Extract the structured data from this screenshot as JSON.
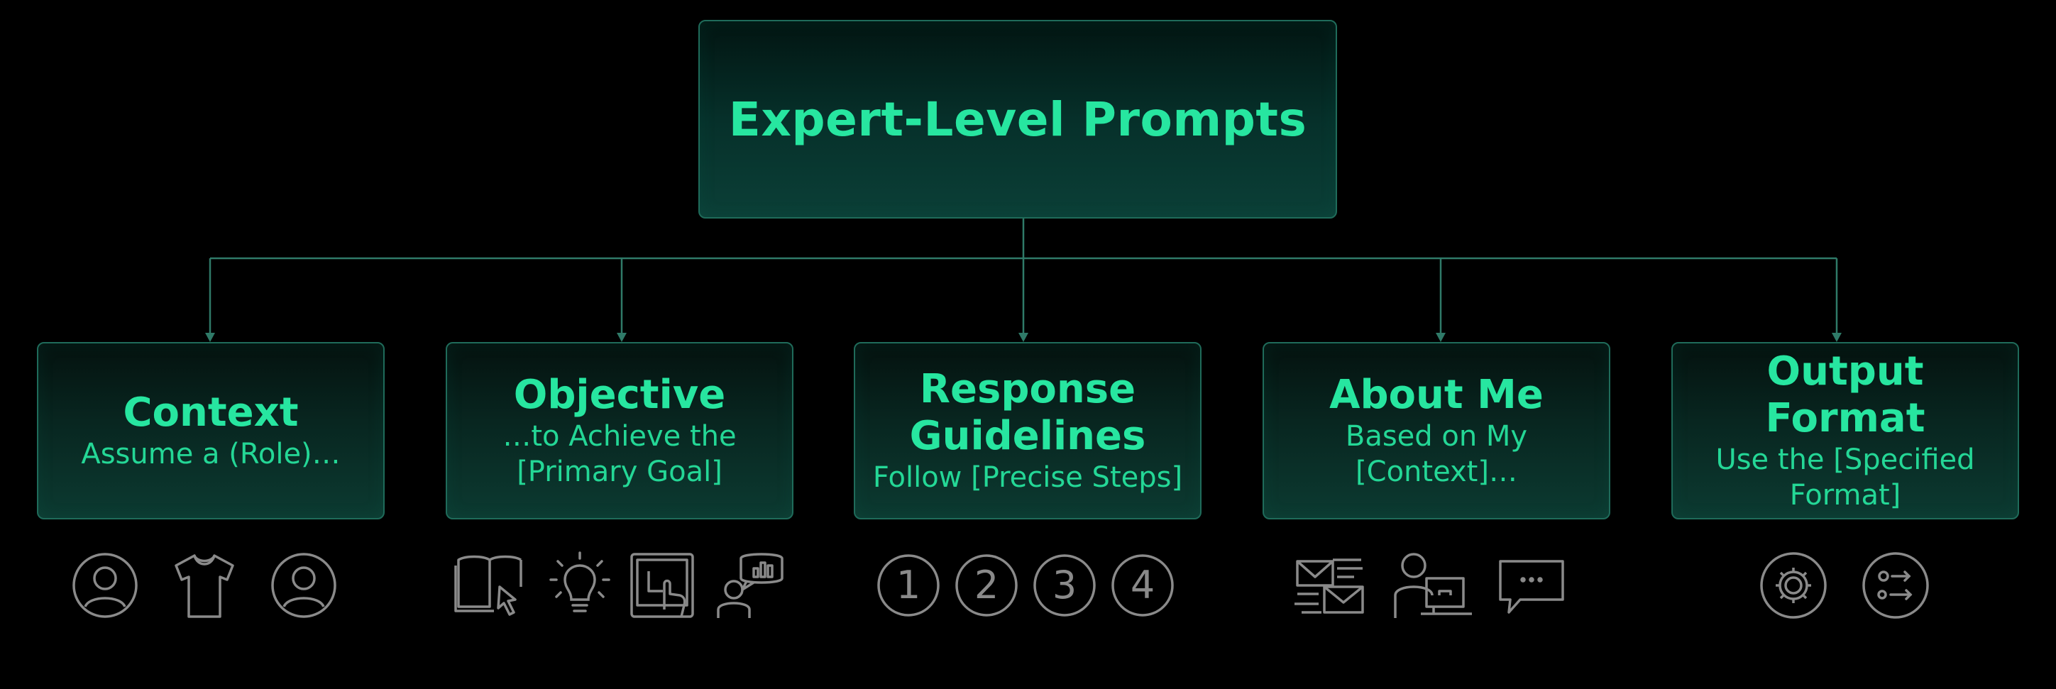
{
  "root": {
    "title": "Expert-Level Prompts"
  },
  "nodes": [
    {
      "id": "context",
      "title": "Context",
      "subtitle": "Assume a (Role)…",
      "icons": [
        "user-circle-icon",
        "t-shirt-icon",
        "user-circle-icon"
      ]
    },
    {
      "id": "objective",
      "title": "Objective",
      "subtitle": "…to Achieve the [Primary Goal]",
      "icons": [
        "open-book-cursor-icon",
        "lightbulb-icon",
        "tablet-touch-icon",
        "person-chart-bubble-icon"
      ]
    },
    {
      "id": "response-guidelines",
      "title": "Response Guidelines",
      "subtitle": "Follow [Precise Steps]",
      "icons": [
        "number-1-icon",
        "number-2-icon",
        "number-3-icon",
        "number-4-icon"
      ],
      "numbers": [
        "1",
        "2",
        "3",
        "4"
      ]
    },
    {
      "id": "about-me",
      "title": "About Me",
      "subtitle": "Based on My [Context]…",
      "icons": [
        "email-envelopes-icon",
        "person-laptop-icon",
        "chat-bubble-icon"
      ]
    },
    {
      "id": "output-format",
      "title": "Output Format",
      "subtitle": "Use the [Specified Format]",
      "icons": [
        "gear-circle-icon",
        "settings-arrows-circle-icon"
      ]
    }
  ],
  "colors": {
    "accent": "#27e6a0",
    "border": "#1f6b5a",
    "line": "#2f7a68",
    "icon": "#8a8a8a",
    "background": "#000000"
  }
}
